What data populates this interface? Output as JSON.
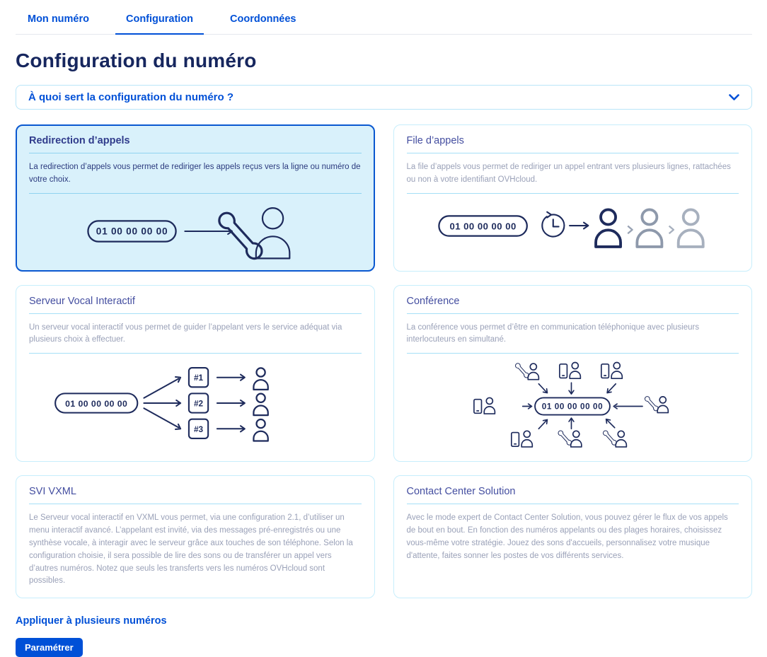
{
  "tabs": [
    {
      "label": "Mon numéro",
      "active": false
    },
    {
      "label": "Configuration",
      "active": true
    },
    {
      "label": "Coordonnées",
      "active": false
    }
  ],
  "page_title": "Configuration du numéro",
  "accordion": {
    "question": "À quoi sert la configuration du numéro ?"
  },
  "phone_number": "01 00 00 00 00",
  "cards": [
    {
      "title": "Redirection d’appels",
      "selected": true,
      "description": "La redirection d’appels vous permet de rediriger les appels reçus vers la ligne ou numéro de votre choix."
    },
    {
      "title": "File d’appels",
      "selected": false,
      "description": "La file d’appels vous permet de rediriger un appel entrant vers plusieurs lignes, rattachées ou non à votre identifiant OVHcloud."
    },
    {
      "title": "Serveur Vocal Interactif",
      "selected": false,
      "description": "Un serveur vocal interactif vous permet de guider l’appelant vers le service adéquat via plusieurs choix à effectuer."
    },
    {
      "title": "Conférence",
      "selected": false,
      "description": "La conférence vous permet d’être en communication téléphonique avec plusieurs interlocuteurs en simultané."
    },
    {
      "title": "SVI VXML",
      "selected": false,
      "description": "Le Serveur vocal interactif en VXML vous permet, via une configuration 2.1, d’utiliser un menu interactif avancé. L’appelant est invité, via des messages pré-enregistrés ou une synthèse vocale, à interagir avec le serveur grâce aux touches de son téléphone. Selon la configuration choisie, il sera possible de lire des sons ou de transférer un appel vers d’autres numéros. Notez que seuls les transferts vers les numéros OVHcloud sont possibles."
    },
    {
      "title": "Contact Center Solution",
      "selected": false,
      "description": "Avec le mode expert de Contact Center Solution, vous pouvez gérer le flux de vos appels de bout en bout. En fonction des numéros appelants ou des plages horaires, choisissez vous-même votre stratégie. Jouez des sons d'accueils, personnalisez votre musique d'attente, faites sonner les postes de vos différents services."
    }
  ],
  "ivr_options": [
    "#1",
    "#2",
    "#3"
  ],
  "footer": {
    "apply_link": "Appliquer à plusieurs numéros",
    "configure_button": "Paramétrer"
  },
  "colors": {
    "primary": "#0050d7",
    "heading": "#16265e",
    "card_border": "#c7eefc",
    "selected_card_bg": "#d9f1fb",
    "selected_card_border": "#0a58d0",
    "divider": "#a5e0f7",
    "illustration_stroke": "#1e2b5c",
    "muted_text": "#9aa1b8",
    "gray_person_1": "#8e99ab",
    "gray_person_2": "#a7b0be"
  }
}
